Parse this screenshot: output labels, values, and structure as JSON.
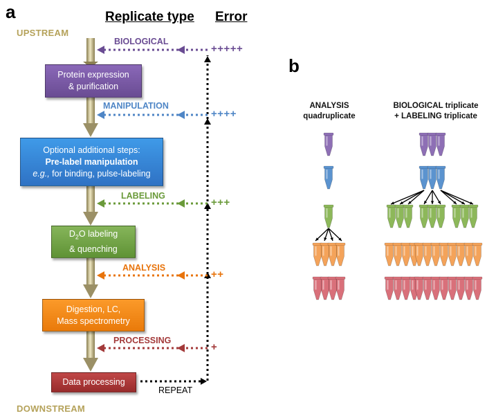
{
  "panel_a": {
    "letter": "a",
    "col_replicate": "Replicate type",
    "col_error": "Error",
    "upstream": "UPSTREAM",
    "downstream": "DOWNSTREAM",
    "repeat": "REPEAT",
    "boxes": {
      "protein": {
        "line1": "Protein expression",
        "line2": "& purification"
      },
      "optional": {
        "line1": "Optional additional steps:",
        "line2": "Pre-label manipulation",
        "line3_italic": "e.g.,",
        "line3": " for binding, pulse-labeling"
      },
      "d2o": {
        "line1_a": "D",
        "line1_sub": "2",
        "line1_b": "O labeling",
        "line2": "& quenching"
      },
      "digestion": {
        "line1": "Digestion, LC,",
        "line2": "Mass spectrometry"
      },
      "processing": {
        "line1": "Data processing"
      }
    },
    "replicates": [
      {
        "label": "BIOLOGICAL",
        "error": "+++++",
        "color": "#6a4c93"
      },
      {
        "label": "MANIPULATION",
        "error": "++++",
        "color": "#4f86c6"
      },
      {
        "label": "LABELING",
        "error": "+++",
        "color": "#6a9a3a"
      },
      {
        "label": "ANALYSIS",
        "error": "++",
        "color": "#e8740c"
      },
      {
        "label": "PROCESSING",
        "error": "+",
        "color": "#a33a3a"
      }
    ]
  },
  "panel_b": {
    "letter": "b",
    "col1_line1": "ANALYSIS",
    "col1_line2": "quadruplicate",
    "col2_line1": "BIOLOGICAL triplicate",
    "col2_line2": "+ LABELING triplicate"
  },
  "colors": {
    "purple": "#8e6fb5",
    "blue": "#5b93cf",
    "green": "#8db85a",
    "orange": "#f4a35a",
    "red": "#d9707a"
  }
}
